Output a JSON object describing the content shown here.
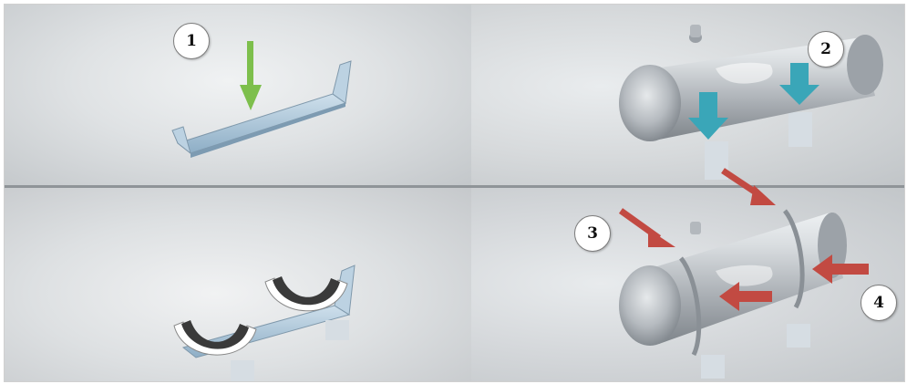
{
  "callouts": {
    "step1": "1",
    "step2": "2",
    "step3": "3",
    "step4": "4"
  },
  "colors": {
    "green_arrow": "#7dbf4c",
    "teal_arrow": "#3aa6b8",
    "red_arrow": "#c24a42",
    "bracket": "#a9c4d8",
    "rubber_strip": "#3a3a3a",
    "tank_metal": "#b9bec3"
  }
}
